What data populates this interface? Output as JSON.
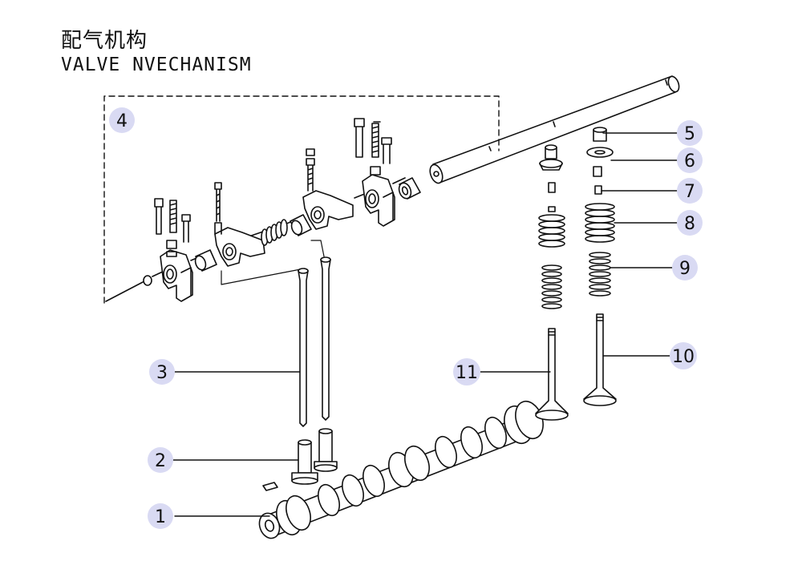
{
  "title_cn": "配气机构",
  "title_en": "VALVE NVECHANISM",
  "callouts": [
    {
      "id": "1",
      "label": "1"
    },
    {
      "id": "2",
      "label": "2"
    },
    {
      "id": "3",
      "label": "3"
    },
    {
      "id": "4",
      "label": "4"
    },
    {
      "id": "5",
      "label": "5"
    },
    {
      "id": "6",
      "label": "6"
    },
    {
      "id": "7",
      "label": "7"
    },
    {
      "id": "8",
      "label": "8"
    },
    {
      "id": "9",
      "label": "9"
    },
    {
      "id": "10",
      "label": "10"
    },
    {
      "id": "11",
      "label": "11"
    }
  ],
  "colors": {
    "callout_fill": "#d9daf3",
    "line": "#111111",
    "part_fill": "#ffffff"
  }
}
